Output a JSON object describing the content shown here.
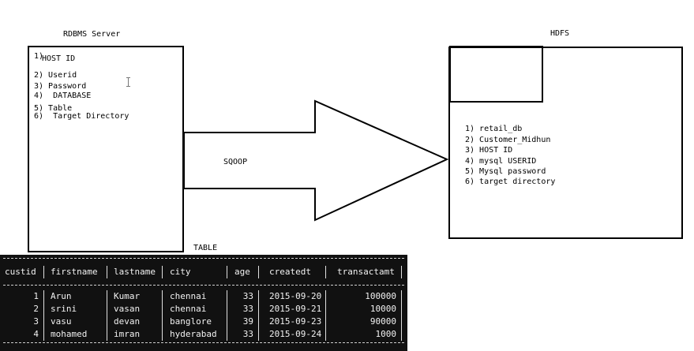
{
  "rdbms": {
    "title": "RDBMS  Server",
    "items": [
      "1)",
      "HOST ID",
      "2) Userid",
      "3) Password",
      "4)  DATABASE",
      "5) Table",
      "6)  Target Directory"
    ]
  },
  "hdfs": {
    "title": "HDFS",
    "items": [
      "1) retail_db",
      "2) Customer_Midhun",
      "3) HOST ID",
      "4) mysql USERID",
      "5) Mysql password",
      "6) target directory"
    ]
  },
  "arrow_label": "SQOOP",
  "table_label": "TABLE",
  "table": {
    "columns": [
      "custid",
      "firstname",
      "lastname",
      "city",
      "age",
      "createdt",
      "transactamt"
    ],
    "rows": [
      [
        "1",
        "Arun",
        "Kumar",
        "chennai",
        "33",
        "2015-09-20",
        "100000"
      ],
      [
        "2",
        "srini",
        "vasan",
        "chennai",
        "33",
        "2015-09-21",
        "10000"
      ],
      [
        "3",
        "vasu",
        "devan",
        "banglore",
        "39",
        "2015-09-23",
        "90000"
      ],
      [
        "4",
        "mohamed",
        "imran",
        "hyderabad",
        "33",
        "2015-09-24",
        "1000"
      ]
    ]
  }
}
